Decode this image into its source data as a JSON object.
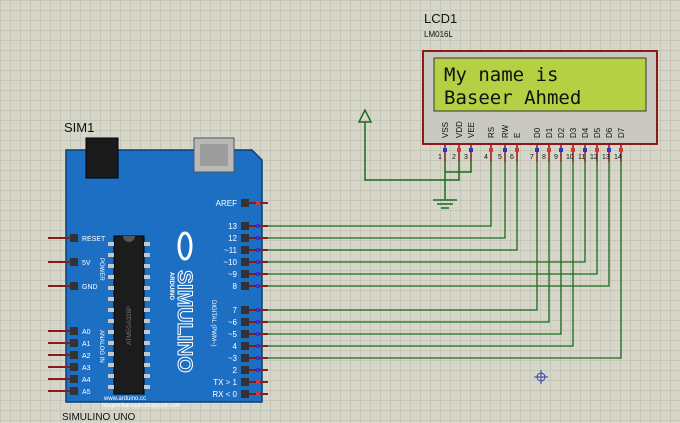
{
  "lcd": {
    "ref": "LCD1",
    "model": "LM016L",
    "line1": "My name is",
    "line2": "Baseer Ahmed",
    "screen_color": "#b5d043",
    "pins": [
      {
        "name": "VSS",
        "num": "1"
      },
      {
        "name": "VDD",
        "num": "2"
      },
      {
        "name": "VEE",
        "num": "3"
      },
      {
        "name": "RS",
        "num": "4"
      },
      {
        "name": "RW",
        "num": "5"
      },
      {
        "name": "E",
        "num": "6"
      },
      {
        "name": "D0",
        "num": "7"
      },
      {
        "name": "D1",
        "num": "8"
      },
      {
        "name": "D2",
        "num": "9"
      },
      {
        "name": "D3",
        "num": "10"
      },
      {
        "name": "D4",
        "num": "11"
      },
      {
        "name": "D5",
        "num": "12"
      },
      {
        "name": "D6",
        "num": "13"
      },
      {
        "name": "D7",
        "num": "14"
      }
    ]
  },
  "board": {
    "ref": "SIM1",
    "caption": "SIMULINO UNO",
    "brand": "SIMULINO",
    "logo_text": "ARDUINO",
    "url_line1": "www.arduino.cc",
    "url_line2": "blogembarcado.blogspot.com",
    "chip_label": "ATMEGA328P",
    "color": "#1d6fc4",
    "power_header": "POWER",
    "analog_header": "ANALOG IN",
    "digital_header": "DIGITAL (PWM~)",
    "power_pins": [
      "RESET",
      "5V",
      "GND"
    ],
    "analog_pins": [
      "A0",
      "A1",
      "A2",
      "A3",
      "A4",
      "A5"
    ],
    "aref_label": "AREF",
    "digital_high": [
      "13",
      "12",
      "~11",
      "~10",
      "~9",
      "8"
    ],
    "digital_low": [
      "7",
      "~6",
      "~5",
      "4",
      "~3",
      "2",
      "TX > 1",
      "RX < 0"
    ]
  }
}
